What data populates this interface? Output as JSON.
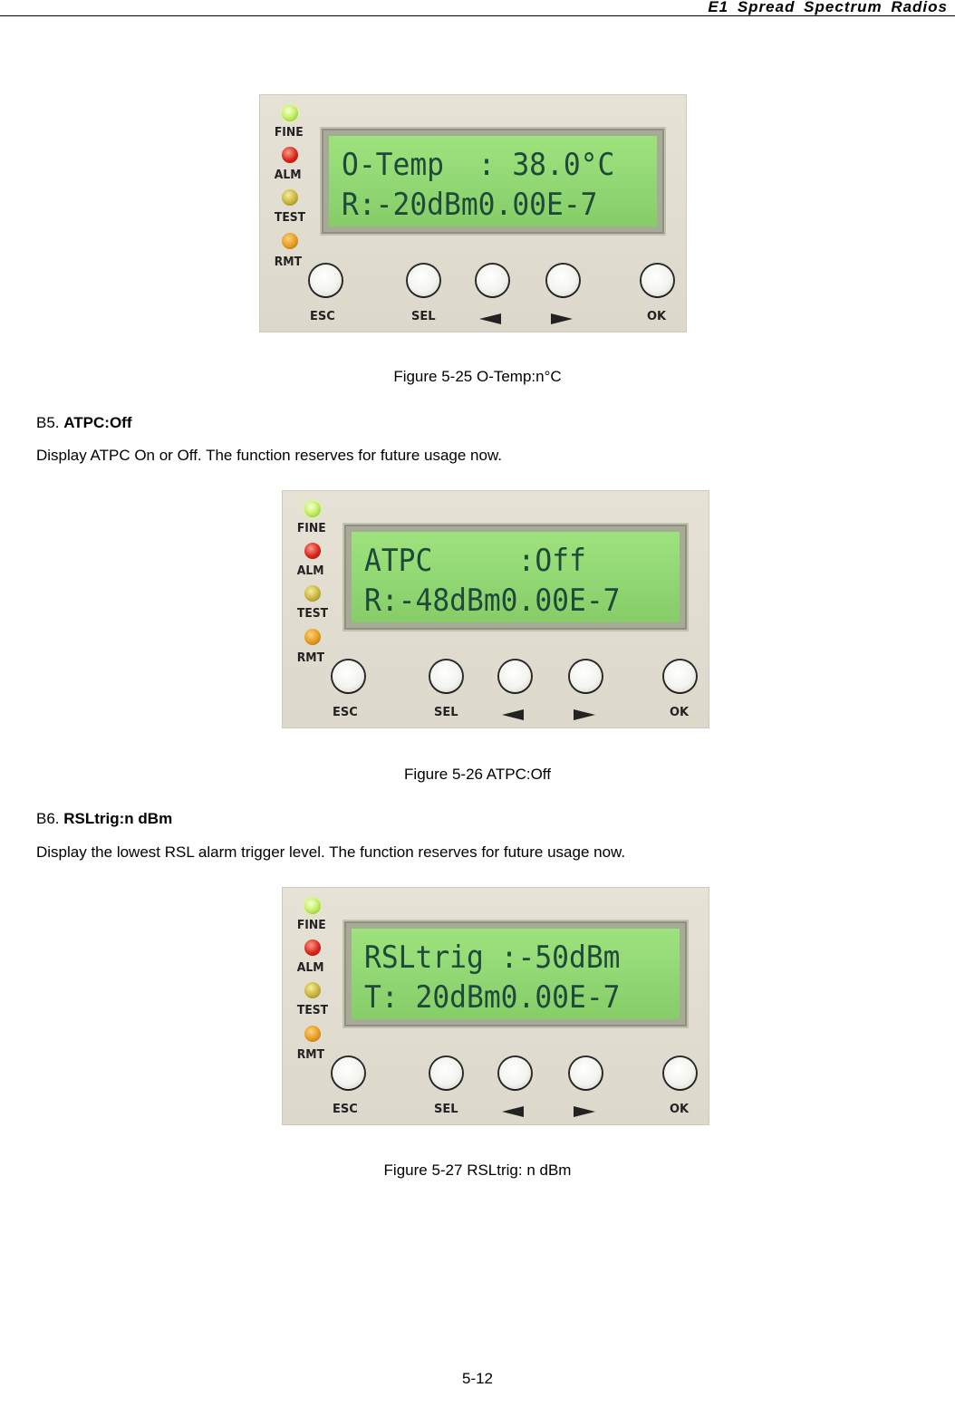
{
  "header": {
    "title": "E1  Spread  Spectrum  Radios"
  },
  "panel_labels": {
    "leds": [
      "FINE",
      "ALM",
      "TEST",
      "RMT"
    ],
    "buttons": {
      "esc": "ESC",
      "sel": "SEL",
      "left": "◀",
      "right": "▶",
      "ok": "OK"
    }
  },
  "figures": [
    {
      "lcd_line1": "O-Temp  : 38.0°C",
      "lcd_line2": "R:-20dBm0.00E-7",
      "caption": "Figure 5-25 O-Temp:n°C"
    },
    {
      "lcd_line1": "ATPC     :Off",
      "lcd_line2": "R:-48dBm0.00E-7",
      "caption": "Figure 5-26 ATPC:Off"
    },
    {
      "lcd_line1": "RSLtrig :-50dBm",
      "lcd_line2": "T: 20dBm0.00E-7",
      "caption": "Figure 5-27 RSLtrig: n dBm"
    }
  ],
  "sections": [
    {
      "number": "B5.",
      "title": "ATPC:Off",
      "text": "Display ATPC On or Off. The function reserves for future usage now."
    },
    {
      "number": "B6.",
      "title": "RSLtrig:n dBm",
      "text": "Display the lowest RSL alarm trigger level. The function reserves for future usage now."
    }
  ],
  "page_number": "5-12"
}
